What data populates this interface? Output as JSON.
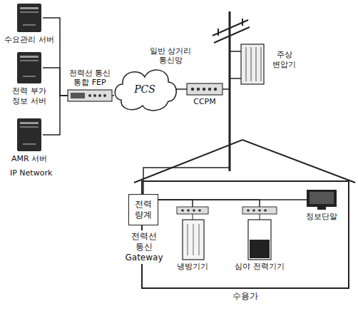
{
  "diagram": {
    "nodes": [
      {
        "text": [
          "수요관리 서버"
        ]
      },
      {
        "text": [
          "전력 부가 정보 서버"
        ]
      },
      {
        "text": [
          "AMR 서버"
        ]
      },
      {
        "text": [
          "전력선 통신 통합 FEP"
        ]
      },
      {
        "text": [
          "일반 상거리 통신망",
          "PCS"
        ]
      },
      {
        "text": [
          "CCPM"
        ]
      },
      {
        "text": [
          "주상 변압기"
        ]
      },
      {
        "text": [
          "수용가"
        ]
      },
      {
        "text": [
          "전력 량계",
          "전력선 통신 Gateway"
        ],
        "in": 7
      },
      {
        "text": [
          "냉방기기"
        ],
        "in": 7
      },
      {
        "text": [
          "심야 전력기기"
        ],
        "in": 7
      },
      {
        "text": [
          "정보단말"
        ],
        "in": 7
      }
    ],
    "edges": [
      {
        "from": 0,
        "to": 3,
        "arrow": "none"
      },
      {
        "from": 1,
        "to": 3,
        "arrow": "none"
      },
      {
        "from": 2,
        "to": 3,
        "arrow": "none"
      },
      {
        "from": 3,
        "to": 4,
        "arrow": "none"
      },
      {
        "from": 4,
        "to": 5,
        "arrow": "none"
      },
      {
        "from": 5,
        "to": 8,
        "arrow": "none"
      },
      {
        "from": 8,
        "to": 9,
        "arrow": "none"
      },
      {
        "from": 8,
        "to": 10,
        "arrow": "none"
      },
      {
        "from": 8,
        "to": 11,
        "arrow": "none"
      }
    ],
    "labels": [
      "IP Network"
    ]
  }
}
